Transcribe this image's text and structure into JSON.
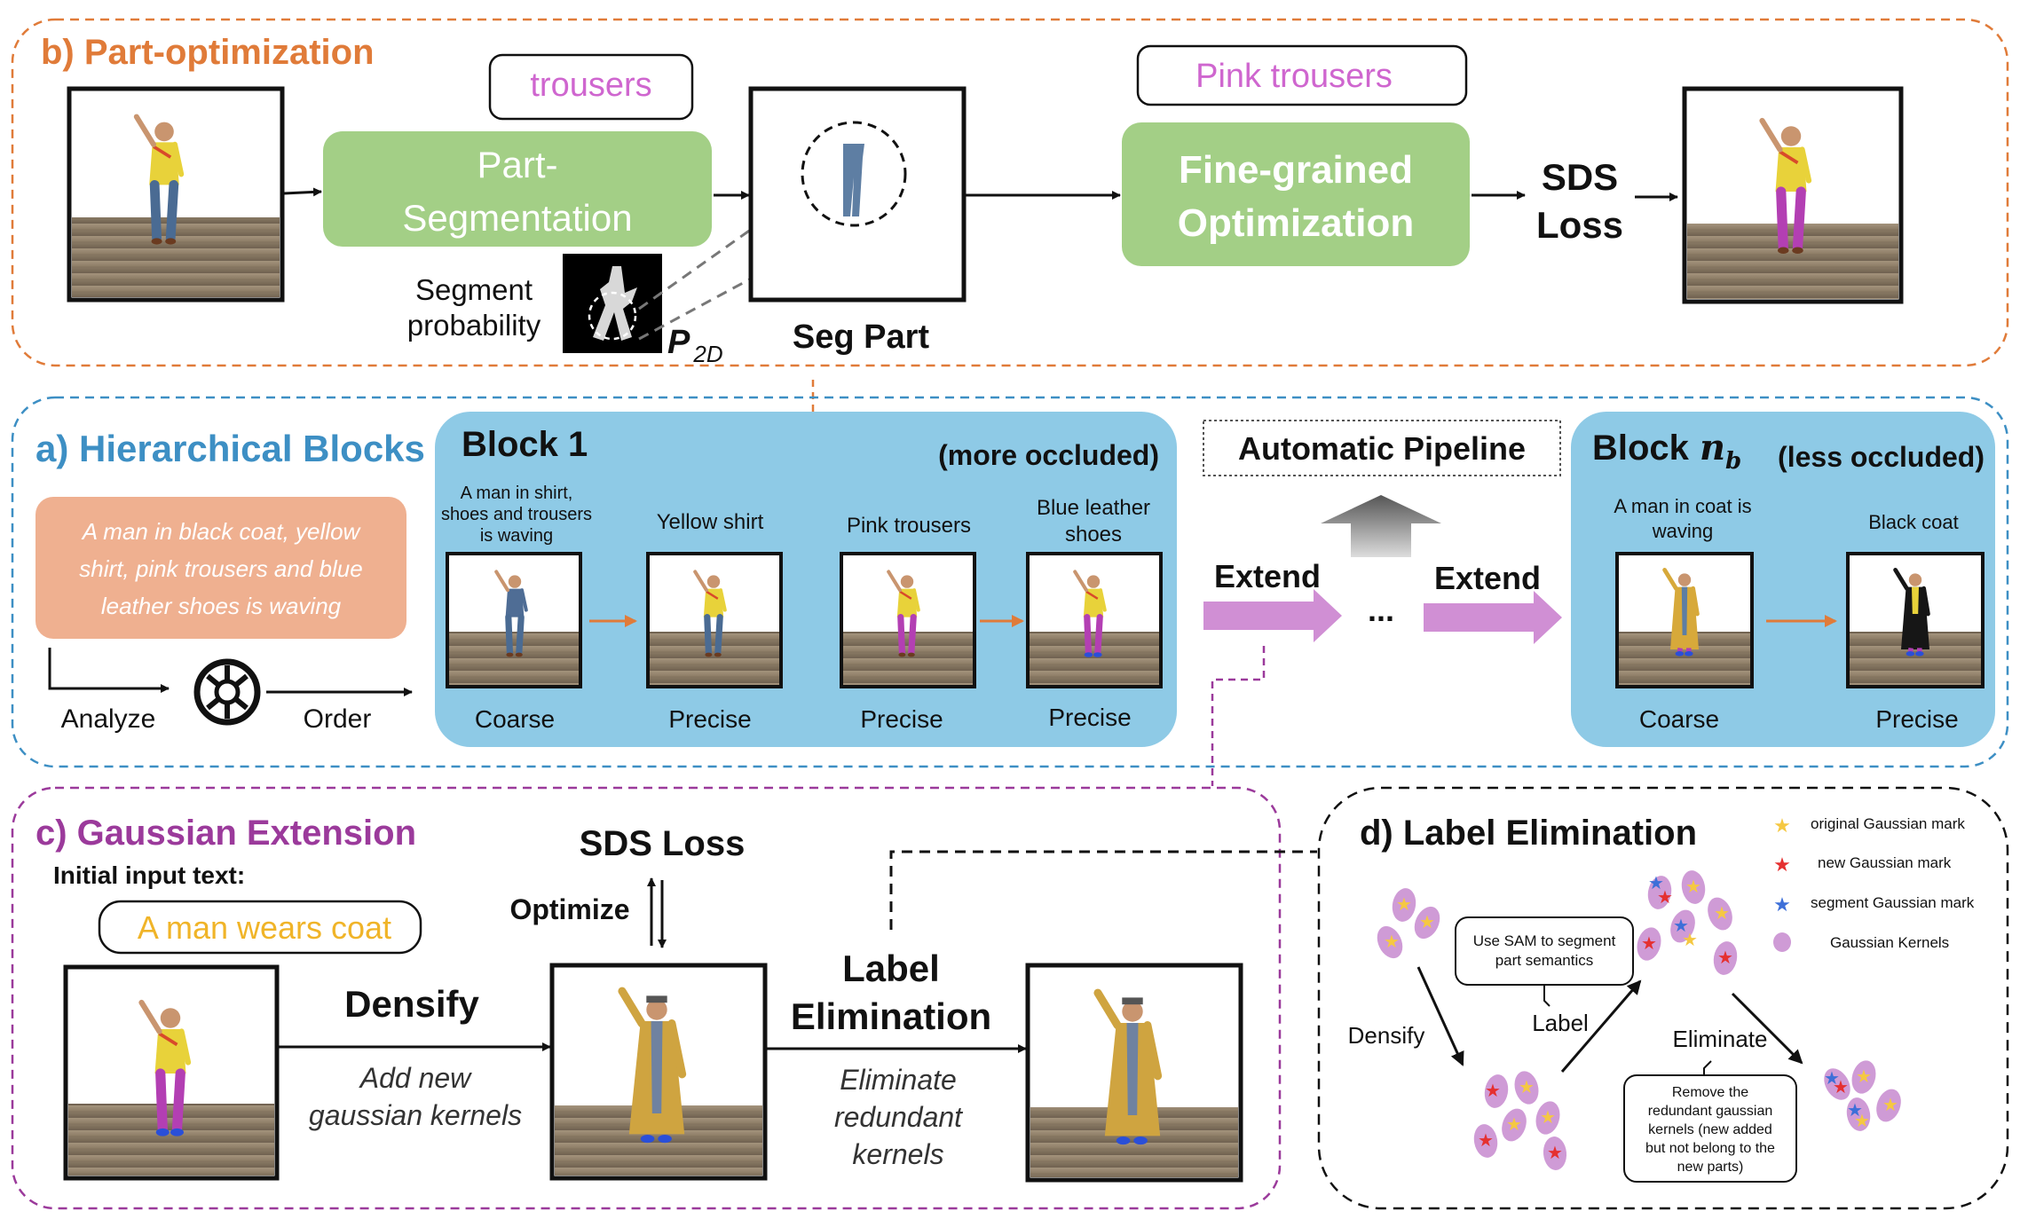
{
  "part_optimization": {
    "title": "b) Part-optimization",
    "trousers_prompt": "trousers",
    "part_segmentation_line1": "Part-",
    "part_segmentation_line2": "Segmentation",
    "segment_probability_line1": "Segment",
    "segment_probability_line2": "probability",
    "p2d_main": "P",
    "p2d_sub": "2D",
    "seg_part": "Seg Part",
    "pink_trousers_prompt": "Pink trousers",
    "fine_grained_line1": "Fine-grained",
    "fine_grained_line2": "Optimization",
    "sds_line1": "SDS",
    "sds_line2": "Loss"
  },
  "hierarchical_blocks": {
    "title": "a) Hierarchical Blocks",
    "input_text": [
      "A man in black coat, yellow",
      "shirt, pink trousers and blue",
      "leather shoes is waving"
    ],
    "analyze": "Analyze",
    "order": "Order",
    "block1": {
      "title": "Block 1",
      "occlusion": "(more occluded)",
      "items": [
        {
          "caption": [
            "A man in shirt,",
            "shoes and trousers",
            "is waving"
          ],
          "label": "Coarse"
        },
        {
          "caption": [
            "Yellow shirt"
          ],
          "label": "Precise"
        },
        {
          "caption": [
            "Pink trousers"
          ],
          "label": "Precise"
        },
        {
          "caption": [
            "Blue leather",
            "shoes"
          ],
          "label": "Precise"
        }
      ]
    },
    "automatic_pipeline": "Automatic Pipeline",
    "extend_left": "Extend",
    "extend_right": "Extend",
    "ellipsis": "...",
    "block_nb": {
      "title_prefix": "Block",
      "title_var": "n",
      "title_sub": "b",
      "occlusion": "(less occluded)",
      "items": [
        {
          "caption": [
            "A man in coat is",
            "waving"
          ],
          "label": "Coarse"
        },
        {
          "caption": [
            "Black coat"
          ],
          "label": "Precise"
        }
      ]
    }
  },
  "gaussian_extension": {
    "title": "c) Gaussian Extension",
    "initial_input_label": "Initial input text:",
    "input_prompt": "A man wears coat",
    "sds_loss": "SDS Loss",
    "optimize": "Optimize",
    "densify": "Densify",
    "densify_note": [
      "Add new",
      "gaussian kernels"
    ],
    "label_elimination_line1": "Label",
    "label_elimination_line2": "Elimination",
    "eliminate_note": [
      "Eliminate",
      "redundant",
      "kernels"
    ]
  },
  "label_elimination": {
    "title": "d) Label Elimination",
    "legend": [
      "original Gaussian mark",
      "new Gaussian mark",
      "segment Gaussian mark",
      "Gaussian Kernels"
    ],
    "sam_note": [
      "Use SAM to segment",
      "part semantics"
    ],
    "label": "Label",
    "densify": "Densify",
    "eliminate": "Eliminate",
    "remove_note": [
      "Remove the",
      "redundant gaussian",
      "kernels (new added",
      "but not belong to the",
      "new parts)"
    ]
  },
  "colors": {
    "orange": "#e07b39",
    "blue": "#3d8fc4",
    "purple": "#9b3a9b",
    "green_box": "#a3cf86",
    "block_bg": "#8ecae6",
    "prompt_box": "#efb090",
    "extend_arrow": "#d08fd4",
    "pink_text": "#cf66cf",
    "yellow_text": "#f0b428"
  }
}
